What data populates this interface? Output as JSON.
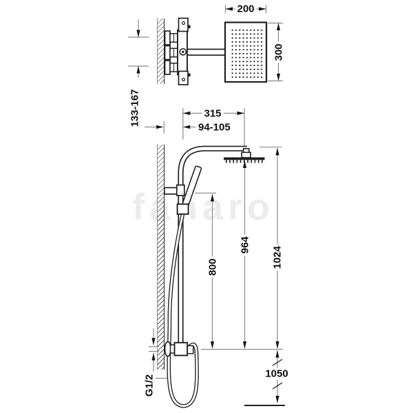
{
  "watermark": "fanaro",
  "top_view": {
    "head_width": "200",
    "head_depth": "300",
    "inlet_spacing": "133-167"
  },
  "side_view": {
    "arm_reach": "315",
    "wall_offset": "94-105",
    "handset_holder_height": "800",
    "head_face_height": "964",
    "column_top_height": "1024",
    "base_height": "1050",
    "connection_thread": "G1/2"
  }
}
